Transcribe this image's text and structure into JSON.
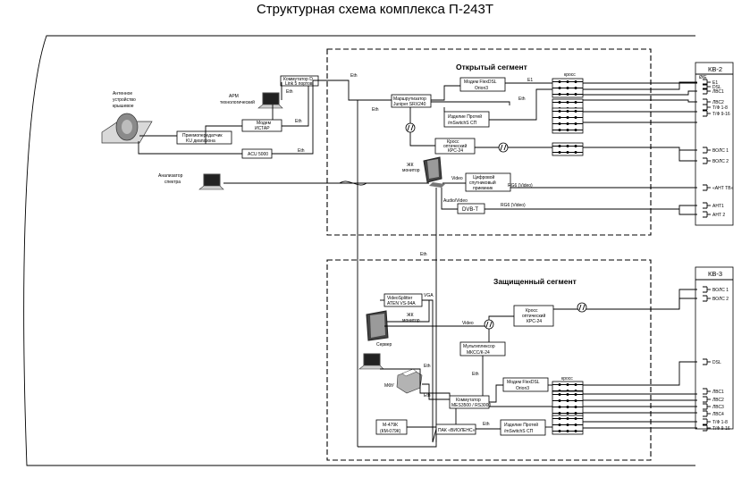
{
  "title": "Структурная схема комплекса П-243Т",
  "segments": {
    "open": "Открытый сегмент",
    "secure": "Защищенный сегмент"
  },
  "kv2": {
    "title": "КВ-2",
    "ports": [
      "Е1",
      "DSL",
      "ЛВС1",
      "ЛВС2",
      "Т/Ф 1-8",
      "Т/Ф 9-16",
      "ВОЛС 1",
      "ВОЛС 2",
      "«АНТ ТВ»",
      "АНТ1",
      "АНТ 2"
    ],
    "header": "Ø/Е"
  },
  "kv3": {
    "title": "КВ-3",
    "ports": [
      "ВОЛС 1",
      "ВОЛС 2",
      "DSL",
      "ЛВС1",
      "ЛВС2",
      "ЛВС3",
      "ЛВС4",
      "Т/Ф 1-8",
      "Т/Ф 9-16"
    ]
  },
  "devices": {
    "antenna": [
      "Антенное",
      "устройство",
      "крышевое"
    ],
    "arm": [
      "АРМ",
      "технологический"
    ],
    "analyzer": [
      "Анализатор",
      "спектра"
    ],
    "switch_top": [
      "Коммутатор D",
      "Link 5 портов"
    ],
    "modem_istar": [
      "Модем",
      "ИСТАР"
    ],
    "transceiver": [
      "Приемопередатчик",
      "KU диапазона"
    ],
    "acu": "ACU 5000",
    "router": [
      "Маршрутизатор",
      "Juniper SRX240"
    ],
    "modem_flexdsl_open": [
      "Модем FlexDSL",
      "Orion3"
    ],
    "ip_tel_open": [
      "Изделие Протей",
      "/mSwitchS СП"
    ],
    "cross_optic_open": [
      "Кросс",
      "оптический",
      "КРС-24"
    ],
    "lcd_monitor": [
      "ЖК",
      "монитор"
    ],
    "digital_tv": [
      "Цифровой",
      "спутниковый",
      "приемник"
    ],
    "dvbt": "DVB-T",
    "cross_label": "кросс",
    "videosplitter": [
      "VideoSplitter",
      "ATEN VS-94A"
    ],
    "secure_monitor": [
      "ЖК",
      "монитор"
    ],
    "server": "Сервер",
    "mfu": "МФУ",
    "cross_optic_secure": [
      "Кросс",
      "оптический",
      "КРС-24"
    ],
    "mux": [
      "Мультиплексор",
      "МКСС/К-24"
    ],
    "modem_flexdsl_secure": [
      "Модем FlexDSL",
      "Orion3"
    ],
    "switch_secure": [
      "Коммутатор",
      "MES3500 / RS3000"
    ],
    "m479k": [
      "М-479К",
      "(КМ-079К)"
    ],
    "pak": "ПАК «ВИОЛЕНС»",
    "ip_tel_secure": [
      "Изделие Протей",
      "/mSwitchS СП"
    ]
  },
  "links": {
    "eth": "Eth",
    "e1": "E1",
    "video": "Video",
    "audio_video": "Audio/Video",
    "vga": "VGA",
    "rg6": "RG6 (Video)"
  }
}
